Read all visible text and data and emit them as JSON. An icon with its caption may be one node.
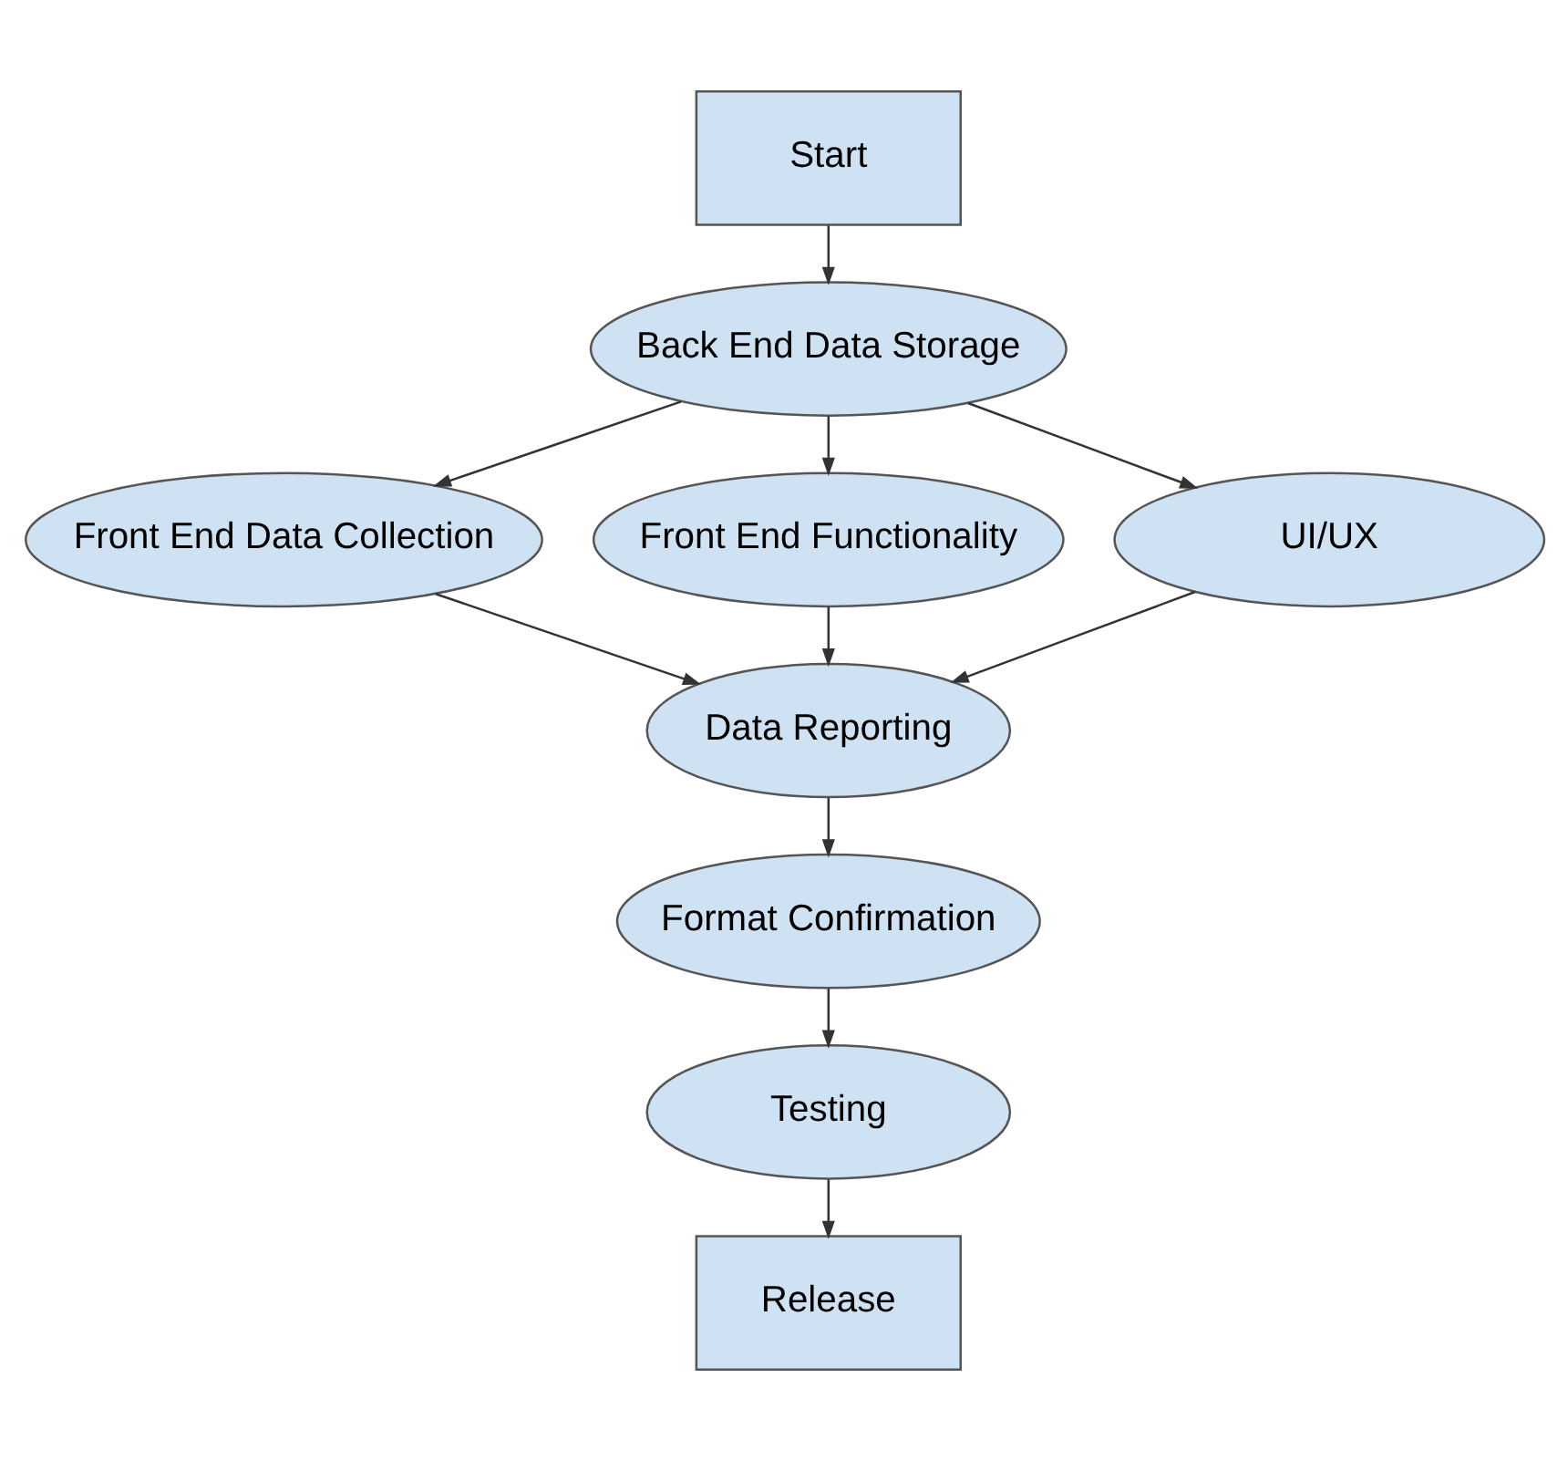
{
  "diagram": {
    "nodes": [
      {
        "text": [
          "Start"
        ]
      },
      {
        "text": [
          "Back End Data Storage"
        ]
      },
      {
        "text": [
          "Front End Data Collection"
        ]
      },
      {
        "text": [
          "Front End Functionality"
        ]
      },
      {
        "text": [
          "UI/UX"
        ]
      },
      {
        "text": [
          "Data Reporting"
        ]
      },
      {
        "text": [
          "Format Confirmation"
        ]
      },
      {
        "text": [
          "Testing"
        ]
      },
      {
        "text": [
          "Release"
        ]
      }
    ],
    "edges": [
      {
        "from": 0,
        "to": 1,
        "arrow": "to"
      },
      {
        "from": 1,
        "to": 2,
        "arrow": "to"
      },
      {
        "from": 1,
        "to": 3,
        "arrow": "to"
      },
      {
        "from": 1,
        "to": 4,
        "arrow": "to"
      },
      {
        "from": 2,
        "to": 5,
        "arrow": "to"
      },
      {
        "from": 3,
        "to": 5,
        "arrow": "to"
      },
      {
        "from": 4,
        "to": 5,
        "arrow": "to"
      },
      {
        "from": 5,
        "to": 6,
        "arrow": "to"
      },
      {
        "from": 6,
        "to": 7,
        "arrow": "to"
      },
      {
        "from": 7,
        "to": 8,
        "arrow": "to"
      }
    ]
  }
}
